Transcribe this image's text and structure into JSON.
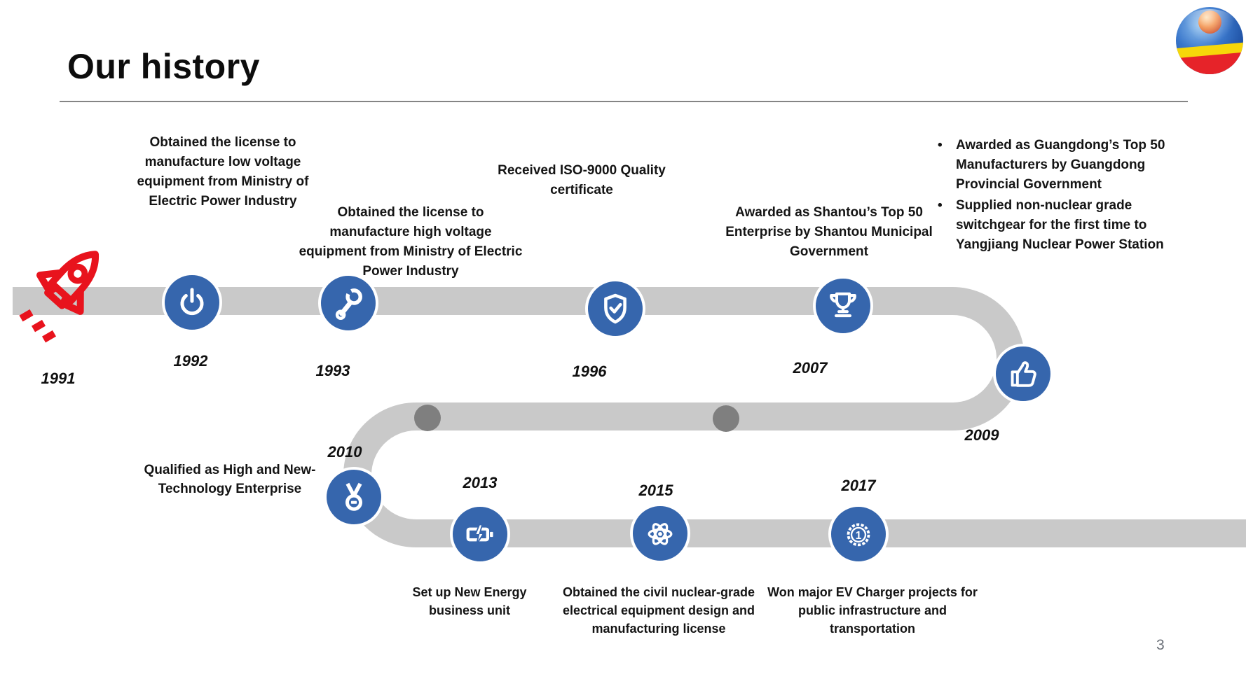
{
  "ui": {
    "bullet_char": "•"
  },
  "slide": {
    "title": "Our history",
    "page_number": "3"
  },
  "logo": {
    "name": "sphere-ball-logo"
  },
  "colors": {
    "accent_blue": "#3666AD",
    "track_gray": "#C9C9C9",
    "joint_dot_gray": "#7F7F7F",
    "rocket_red": "#E8131D",
    "logo_blue": "#1D4FA2",
    "logo_yellow": "#F6D70A",
    "logo_red": "#E62329",
    "text": "#141414",
    "page_number_gray": "#6A6F77"
  },
  "timeline": {
    "events": [
      {
        "year": "1991",
        "icon": "rocket-icon"
      },
      {
        "year": "1992",
        "icon": "power-icon",
        "description": "Obtained the license to\nmanufacture low voltage\nequipment from Ministry of\nElectric Power Industry"
      },
      {
        "year": "1993",
        "icon": "wrench-icon",
        "description": "Obtained the license to\nmanufacture high voltage\nequipment from Ministry of Electric\nPower Industry"
      },
      {
        "year": "1996",
        "icon": "shield-check-icon",
        "description": "Received ISO-9000 Quality\ncertificate"
      },
      {
        "year": "2007",
        "icon": "trophy-icon",
        "description": "Awarded as Shantou’s Top 50\nEnterprise by Shantou Municipal\nGovernment"
      },
      {
        "year": "2009",
        "icon": "thumbs-up-icon",
        "bullets": [
          "Awarded as Guangdong’s Top 50\nManufacturers by Guangdong\nProvincial Government",
          "Supplied non-nuclear grade\nswitchgear for the first time to\nYangjiang Nuclear Power Station"
        ]
      },
      {
        "year": "2010",
        "icon": "medal-icon",
        "description": "Qualified as High and New-\nTechnology Enterprise"
      },
      {
        "year": "2013",
        "icon": "battery-charging-icon",
        "description": "Set up New Energy\nbusiness unit"
      },
      {
        "year": "2015",
        "icon": "atom-icon",
        "description": "Obtained the civil nuclear-grade\nelectrical equipment design and\nmanufacturing license"
      },
      {
        "year": "2017",
        "icon": "award-badge-icon",
        "description": "Won major EV Charger projects for\npublic infrastructure and\ntransportation"
      }
    ]
  }
}
